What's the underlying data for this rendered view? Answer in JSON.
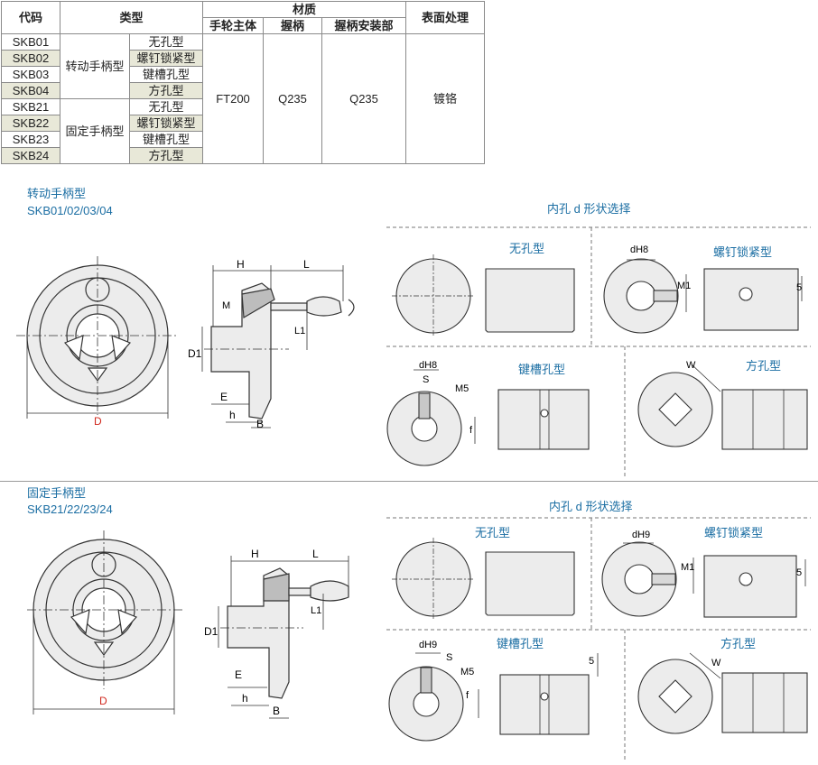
{
  "table": {
    "headers": {
      "code": "代码",
      "type": "类型",
      "material": "材质",
      "wheel_body": "手轮主体",
      "grip": "握柄",
      "grip_mount": "握柄安装部",
      "surface": "表面处理"
    },
    "groups": [
      {
        "name": "转动手柄型",
        "rows": [
          {
            "code": "SKB01",
            "hole": "无孔型"
          },
          {
            "code": "SKB02",
            "hole": "螺钉锁紧型"
          },
          {
            "code": "SKB03",
            "hole": "键槽孔型"
          },
          {
            "code": "SKB04",
            "hole": "方孔型"
          }
        ]
      },
      {
        "name": "固定手柄型",
        "rows": [
          {
            "code": "SKB21",
            "hole": "无孔型"
          },
          {
            "code": "SKB22",
            "hole": "螺钉锁紧型"
          },
          {
            "code": "SKB23",
            "hole": "键槽孔型"
          },
          {
            "code": "SKB24",
            "hole": "方孔型"
          }
        ]
      }
    ],
    "materials": {
      "wheel_body": "FT200",
      "grip": "Q235",
      "grip_mount": "Q235"
    },
    "surface_treatment": "镀铬"
  },
  "sections": [
    {
      "title": "转动手柄型",
      "codes": "SKB01/02/03/04",
      "bore_title": "内孔 d 形状选择",
      "labels": {
        "D": "D",
        "H": "H",
        "L": "L",
        "M": "M",
        "L1": "L1",
        "D1": "D1",
        "E": "E",
        "h": "h",
        "B": "B",
        "dH": "dH8",
        "M1": "M1",
        "five": "5",
        "S": "S",
        "M5": "M5",
        "f": "f",
        "W": "W"
      },
      "bore_types": {
        "plain": "无孔型",
        "screw": "螺钉锁紧型",
        "keyway": "键槽孔型",
        "square": "方孔型"
      }
    },
    {
      "title": "固定手柄型",
      "codes": "SKB21/22/23/24",
      "bore_title": "内孔 d 形状选择",
      "labels": {
        "D": "D",
        "H": "H",
        "L": "L",
        "M": "",
        "L1": "L1",
        "D1": "D1",
        "E": "E",
        "h": "h",
        "B": "B",
        "dH": "dH9",
        "M1": "M1",
        "five": "5",
        "S": "S",
        "M5": "M5",
        "f": "f",
        "W": "W"
      },
      "bore_types": {
        "plain": "无孔型",
        "screw": "螺钉锁紧型",
        "keyway": "键槽孔型",
        "square": "方孔型"
      }
    }
  ],
  "colors": {
    "accent": "#1b6ea3",
    "dimension_red": "#d0281e",
    "part_fill": "#ececec",
    "row_shade": "#e8e8d8"
  }
}
